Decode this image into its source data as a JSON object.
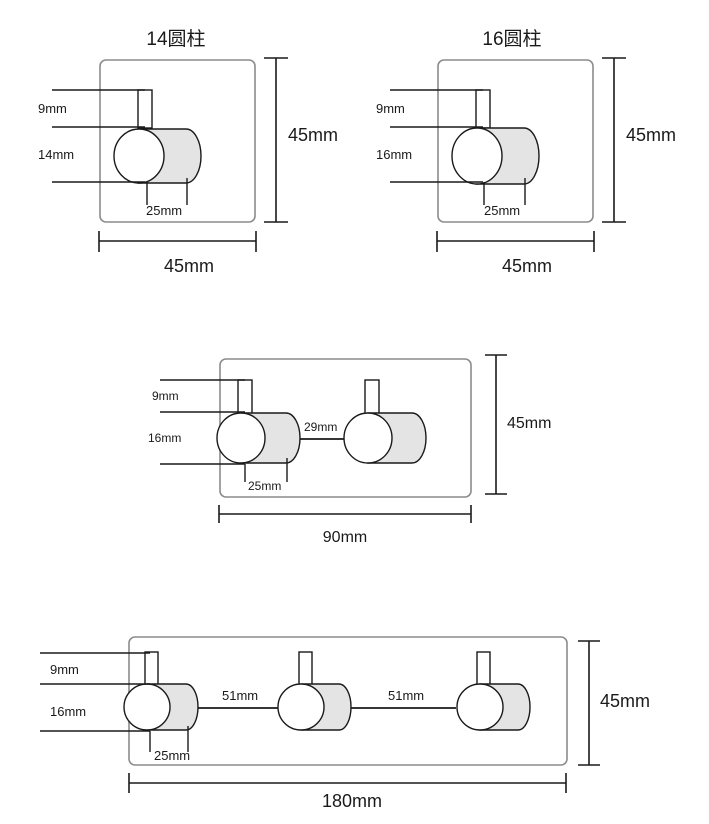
{
  "diagrams": [
    {
      "title": "14圆柱",
      "labels": {
        "stem": "9mm",
        "diameter": "14mm",
        "depth": "25mm",
        "height": "45mm",
        "width": "45mm"
      }
    },
    {
      "title": "16圆柱",
      "labels": {
        "stem": "9mm",
        "diameter": "16mm",
        "depth": "25mm",
        "height": "45mm",
        "width": "45mm"
      }
    },
    {
      "labels": {
        "stem": "9mm",
        "diameter": "16mm",
        "depth": "25mm",
        "spacing": "29mm",
        "height": "45mm",
        "width": "90mm"
      }
    },
    {
      "labels": {
        "stem": "9mm",
        "diameter": "16mm",
        "depth": "25mm",
        "spacing_1": "51mm",
        "spacing_2": "51mm",
        "height": "45mm",
        "width": "180mm"
      }
    }
  ],
  "colors": {
    "line": "#1a1a1a",
    "plate_outline": "#8c8c8c",
    "hook_shade": "#e4e4e4"
  }
}
